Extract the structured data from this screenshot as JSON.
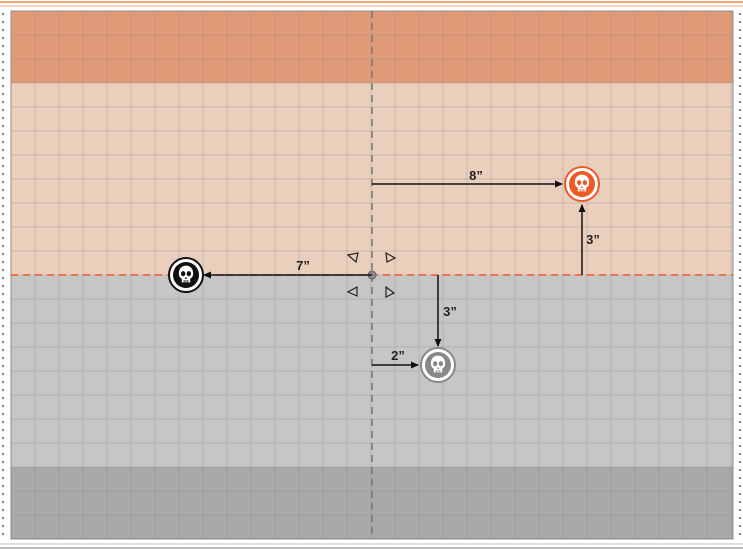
{
  "colors": {
    "orange_dark": "#e09a78",
    "orange_light": "#ebcfbd",
    "grey_light": "#c6c5c8",
    "grey_dark": "#a9a8aa",
    "grid_line": "#8c8c8c",
    "midline": "#ee5a24",
    "centerline": "#777777",
    "arrow": "#111111",
    "frame_top": "#f0a47c",
    "frame_bottom": "#bdbdbd",
    "dot_border": "#8a8a8a"
  },
  "markers": [
    {
      "id": "orange-skull",
      "icon": "skull-icon",
      "ring": "#ee5a24",
      "fill": "#ee5a24",
      "skull": "#ffffff"
    },
    {
      "id": "black-skull",
      "icon": "skull-icon",
      "ring": "#111111",
      "fill": "#111111",
      "skull": "#ffffff"
    },
    {
      "id": "grey-skull",
      "icon": "skull-icon",
      "ring": "#888888",
      "fill": "#888888",
      "skull": "#ffffff"
    }
  ],
  "measurements": [
    {
      "id": "orange-horizontal",
      "label": "8”"
    },
    {
      "id": "orange-vertical",
      "label": "3”"
    },
    {
      "id": "black-horizontal",
      "label": "7”"
    },
    {
      "id": "grey-vertical",
      "label": "3”"
    },
    {
      "id": "grey-horizontal",
      "label": "2”"
    }
  ],
  "center_point": {
    "icon": "center-point-icon",
    "direction_icon": "triangle-outline-icon"
  }
}
